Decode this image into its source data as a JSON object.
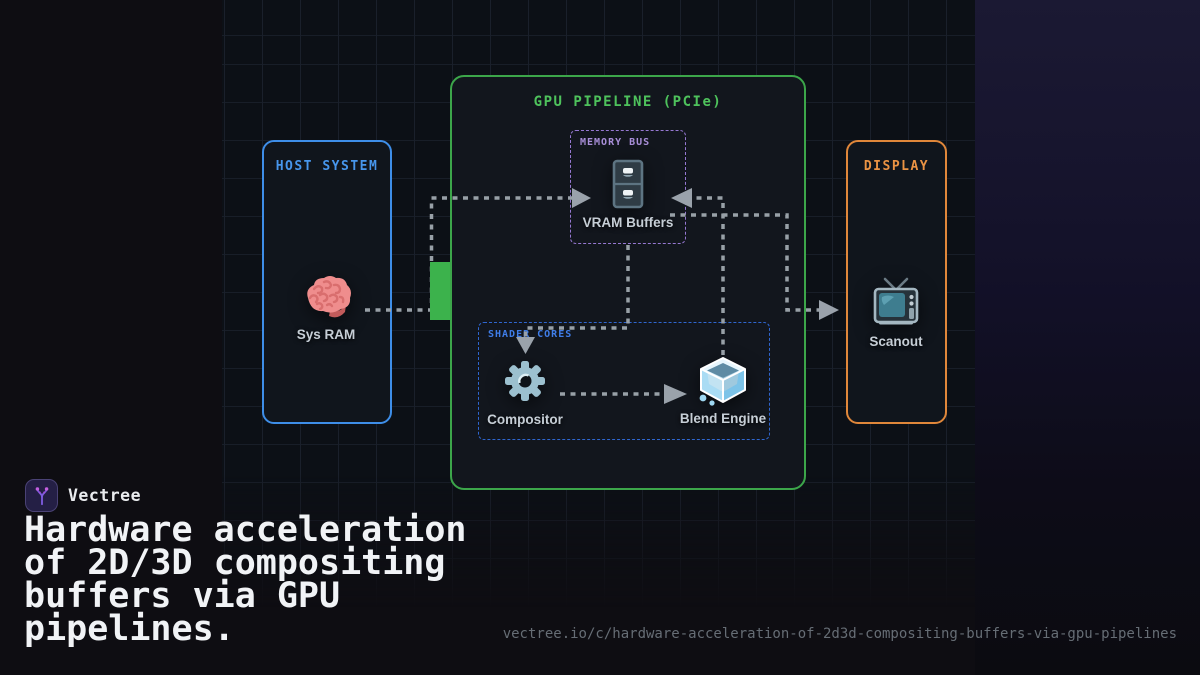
{
  "brand": {
    "name": "Vectree"
  },
  "headline": {
    "lines": [
      "Hardware acceleration",
      "of 2D/3D compositing",
      "buffers via GPU",
      "pipelines."
    ]
  },
  "footer_url": "vectree.io/c/hardware-acceleration-of-2d3d-compositing-buffers-via-gpu-pipelines",
  "diagram": {
    "groups": [
      {
        "id": "host-system",
        "label": "HOST SYSTEM",
        "border_color": "#3e8ee8",
        "label_color": "#4796ec"
      },
      {
        "id": "gpu-pipeline",
        "label": "GPU PIPELINE (PCIe)",
        "border_color": "#3ca64a",
        "label_color": "#4ec25c"
      },
      {
        "id": "display",
        "label": "DISPLAY",
        "border_color": "#e0873a",
        "label_color": "#ea9344"
      },
      {
        "id": "memory-bus",
        "label": "MEMORY BUS",
        "border_color": "#9678d2",
        "label_color": "#a98fd9"
      },
      {
        "id": "shader-cores",
        "label": "SHADER CORES",
        "border_color": "#2f66cf",
        "label_color": "#3f7de8"
      }
    ],
    "nodes": [
      {
        "id": "sys-ram",
        "label": "Sys RAM",
        "icon": "brain-icon",
        "group": "host-system"
      },
      {
        "id": "vram-buffers",
        "label": "VRAM Buffers",
        "icon": "file-cabinet-icon",
        "group": "memory-bus"
      },
      {
        "id": "compositor",
        "label": "Compositor",
        "icon": "gear-icon",
        "group": "shader-cores"
      },
      {
        "id": "blend-engine",
        "label": "Blend Engine",
        "icon": "ice-cube-icon",
        "group": "shader-cores"
      },
      {
        "id": "scanout",
        "label": "Scanout",
        "icon": "tv-icon",
        "group": "display"
      }
    ],
    "edges": [
      {
        "from": "sys-ram",
        "to": "vram-buffers",
        "via": "pcie-connector"
      },
      {
        "from": "vram-buffers",
        "to": "compositor"
      },
      {
        "from": "compositor",
        "to": "blend-engine"
      },
      {
        "from": "blend-engine",
        "to": "vram-buffers"
      },
      {
        "from": "vram-buffers",
        "to": "scanout"
      }
    ],
    "connector_color": "#98a0a7",
    "pcie_connector_color": "#3cb24c"
  }
}
